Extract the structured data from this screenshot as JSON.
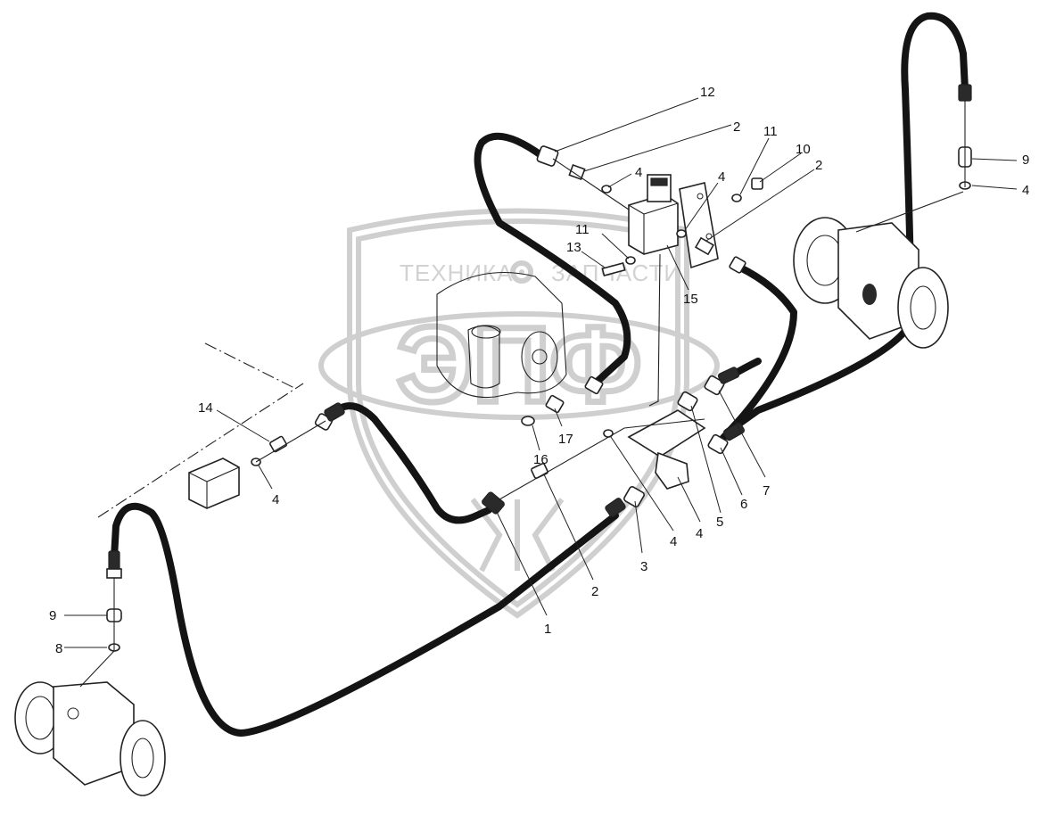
{
  "watermark": {
    "text_left": "ТЕХНИКА",
    "text_right": "ЗАПЧАСТИ",
    "logo_letters": "ЭПФ"
  },
  "callouts": [
    {
      "id": "c1",
      "label": "1"
    },
    {
      "id": "c2a",
      "label": "2"
    },
    {
      "id": "c2b",
      "label": "2"
    },
    {
      "id": "c2c",
      "label": "2"
    },
    {
      "id": "c3",
      "label": "3"
    },
    {
      "id": "c4a",
      "label": "4"
    },
    {
      "id": "c4b",
      "label": "4"
    },
    {
      "id": "c4c",
      "label": "4"
    },
    {
      "id": "c4d",
      "label": "4"
    },
    {
      "id": "c4e",
      "label": "4"
    },
    {
      "id": "c4f",
      "label": "4"
    },
    {
      "id": "c5",
      "label": "5"
    },
    {
      "id": "c6",
      "label": "6"
    },
    {
      "id": "c7",
      "label": "7"
    },
    {
      "id": "c8",
      "label": "8"
    },
    {
      "id": "c9a",
      "label": "9"
    },
    {
      "id": "c9b",
      "label": "9"
    },
    {
      "id": "c10",
      "label": "10"
    },
    {
      "id": "c11a",
      "label": "11"
    },
    {
      "id": "c11b",
      "label": "11"
    },
    {
      "id": "c12",
      "label": "12"
    },
    {
      "id": "c13",
      "label": "13"
    },
    {
      "id": "c14",
      "label": "14"
    },
    {
      "id": "c15",
      "label": "15"
    },
    {
      "id": "c16",
      "label": "16"
    },
    {
      "id": "c17",
      "label": "17"
    }
  ]
}
